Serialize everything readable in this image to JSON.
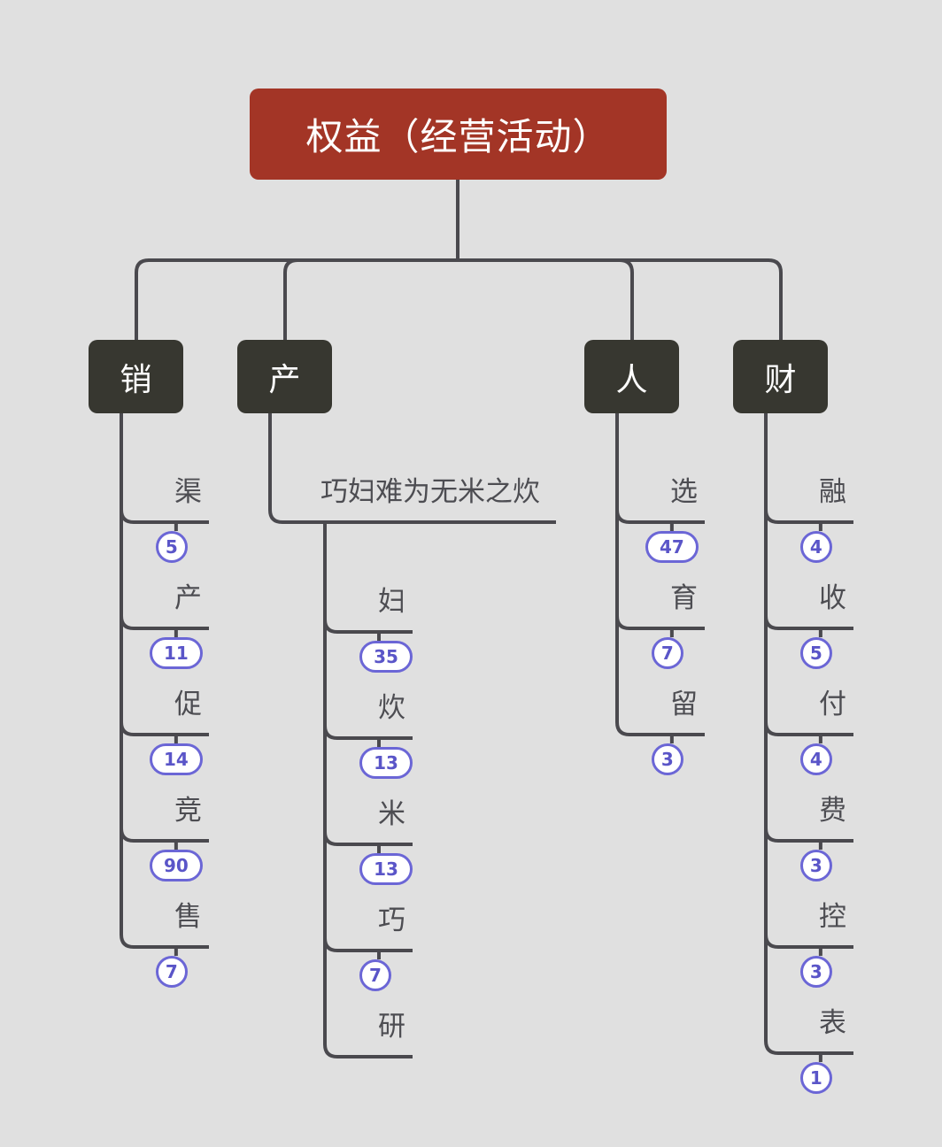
{
  "root": {
    "label": "权益（经营活动）",
    "color": "#a33526"
  },
  "colors": {
    "line": "#4a494e",
    "category_bg": "#373730",
    "badge_border": "#6b66d6",
    "badge_text": "#5a55c8",
    "background": "#e0e0e0"
  },
  "categories": [
    {
      "label": "销",
      "children": [
        {
          "label": "渠",
          "count": "5"
        },
        {
          "label": "产",
          "count": "11"
        },
        {
          "label": "促",
          "count": "14"
        },
        {
          "label": "竞",
          "count": "90"
        },
        {
          "label": "售",
          "count": "7"
        }
      ]
    },
    {
      "label": "产",
      "subtopic": "巧妇难为无米之炊",
      "children": [
        {
          "label": "妇",
          "count": "35"
        },
        {
          "label": "炊",
          "count": "13"
        },
        {
          "label": "米",
          "count": "13"
        },
        {
          "label": "巧",
          "count": "7"
        },
        {
          "label": "研",
          "count": ""
        }
      ]
    },
    {
      "label": "人",
      "children": [
        {
          "label": "选",
          "count": "47"
        },
        {
          "label": "育",
          "count": "7"
        },
        {
          "label": "留",
          "count": "3"
        }
      ]
    },
    {
      "label": "财",
      "children": [
        {
          "label": "融",
          "count": "4"
        },
        {
          "label": "收",
          "count": "5"
        },
        {
          "label": "付",
          "count": "4"
        },
        {
          "label": "费",
          "count": "3"
        },
        {
          "label": "控",
          "count": "3"
        },
        {
          "label": "表",
          "count": "1"
        }
      ]
    }
  ]
}
